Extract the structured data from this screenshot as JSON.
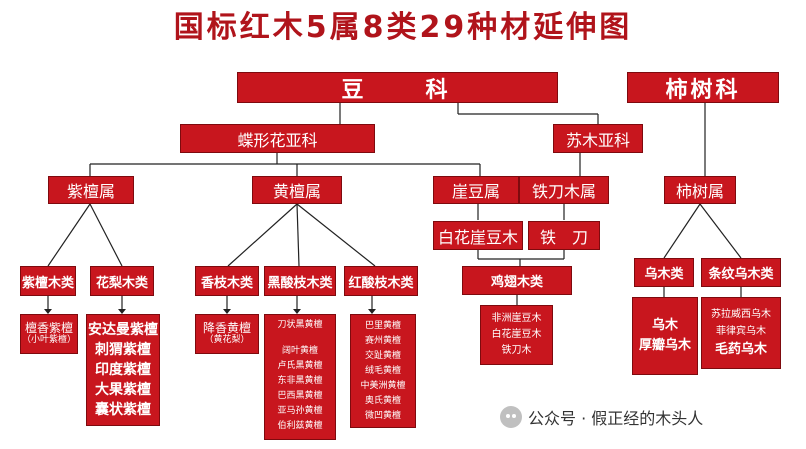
{
  "title": "国标红木5属8类29种材延伸图",
  "families": {
    "legume": "豆　　科",
    "persimmon": "柿树科"
  },
  "subfamilies": {
    "papilionoideae": "蝶形花亚科",
    "caesalpinioideae": "苏木亚科"
  },
  "genera": {
    "pterocarpus": "紫檀属",
    "dalbergia": "黄檀属",
    "millettia": "崖豆属",
    "senna": "铁刀木属",
    "diospyros": "柿树属"
  },
  "categories": {
    "zitan": "紫檀木类",
    "huali": "花梨木类",
    "xiangzhi": "香枝木类",
    "heisuanzhi": "黑酸枝木类",
    "hongsuanzhi": "红酸枝木类",
    "millettia_species": "白花崖豆木",
    "senna_species": "铁　刀",
    "jichi": "鸡翅木类",
    "wumu": "乌木类",
    "tiaowen": "条纹乌木类"
  },
  "species": {
    "zitan": {
      "name": "檀香紫檀",
      "note": "（小叶紫檀）"
    },
    "huali": [
      "安达曼紫檀",
      "刺猬紫檀",
      "印度紫檀",
      "大果紫檀",
      "囊状紫檀"
    ],
    "xiangzhi": {
      "name": "降香黄檀",
      "note": "（黄花梨）"
    },
    "heisuanzhi_first": "刀状黑黄檀",
    "heisuanzhi_rest": [
      "阔叶黄檀",
      "卢氏黑黄檀",
      "东非黑黄檀",
      "巴西黑黄檀",
      "亚马孙黄檀",
      "伯利兹黄檀"
    ],
    "hongsuanzhi": [
      "巴里黄檀",
      "赛州黄檀",
      "交趾黄檀",
      "绒毛黄檀",
      "中美洲黄檀",
      "奥氏黄檀",
      "微凹黄檀"
    ],
    "jichi": [
      "非洲崖豆木",
      "白花崖豆木",
      "铁刀木"
    ],
    "wumu": [
      "乌木",
      "厚瓣乌木"
    ],
    "tiaowen_small": [
      "苏拉威西乌木",
      "菲律宾乌木"
    ],
    "tiaowen_big": "毛药乌木"
  },
  "watermark": "公众号 · 假正经的木头人",
  "colors": {
    "box": "#c8161e",
    "line": "#222222",
    "title": "#b0141b"
  }
}
